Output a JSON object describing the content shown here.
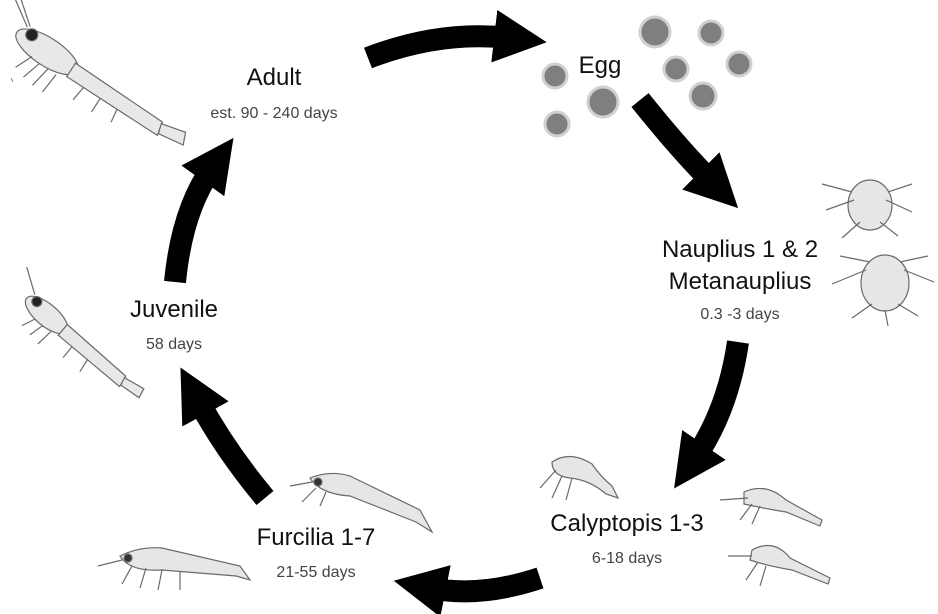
{
  "stages": [
    {
      "name": "Adult",
      "duration": "est. 90 - 240 days"
    },
    {
      "name": "Egg",
      "duration": ""
    },
    {
      "name": "Nauplius 1 & 2",
      "name2": "Metanauplius",
      "duration": "0.3 -3 days"
    },
    {
      "name": "Calyptopis 1-3",
      "duration": "6-18 days"
    },
    {
      "name": "Furcilia 1-7",
      "duration": "21-55 days"
    },
    {
      "name": "Juvenile",
      "duration": "58 days"
    }
  ],
  "colors": {
    "arrow": "#000000",
    "text": "#111111",
    "egg_fill": "#7f7f7f",
    "egg_ring": "#d0d0d0",
    "larva_fill": "#e6e6e6",
    "larva_line": "#6a6a6a"
  },
  "icons": [
    "adult-krill-icon",
    "egg-cluster-icon",
    "nauplius-icon",
    "metanauplius-icon",
    "calyptopis-icon",
    "furcilia-icon",
    "juvenile-krill-icon"
  ]
}
